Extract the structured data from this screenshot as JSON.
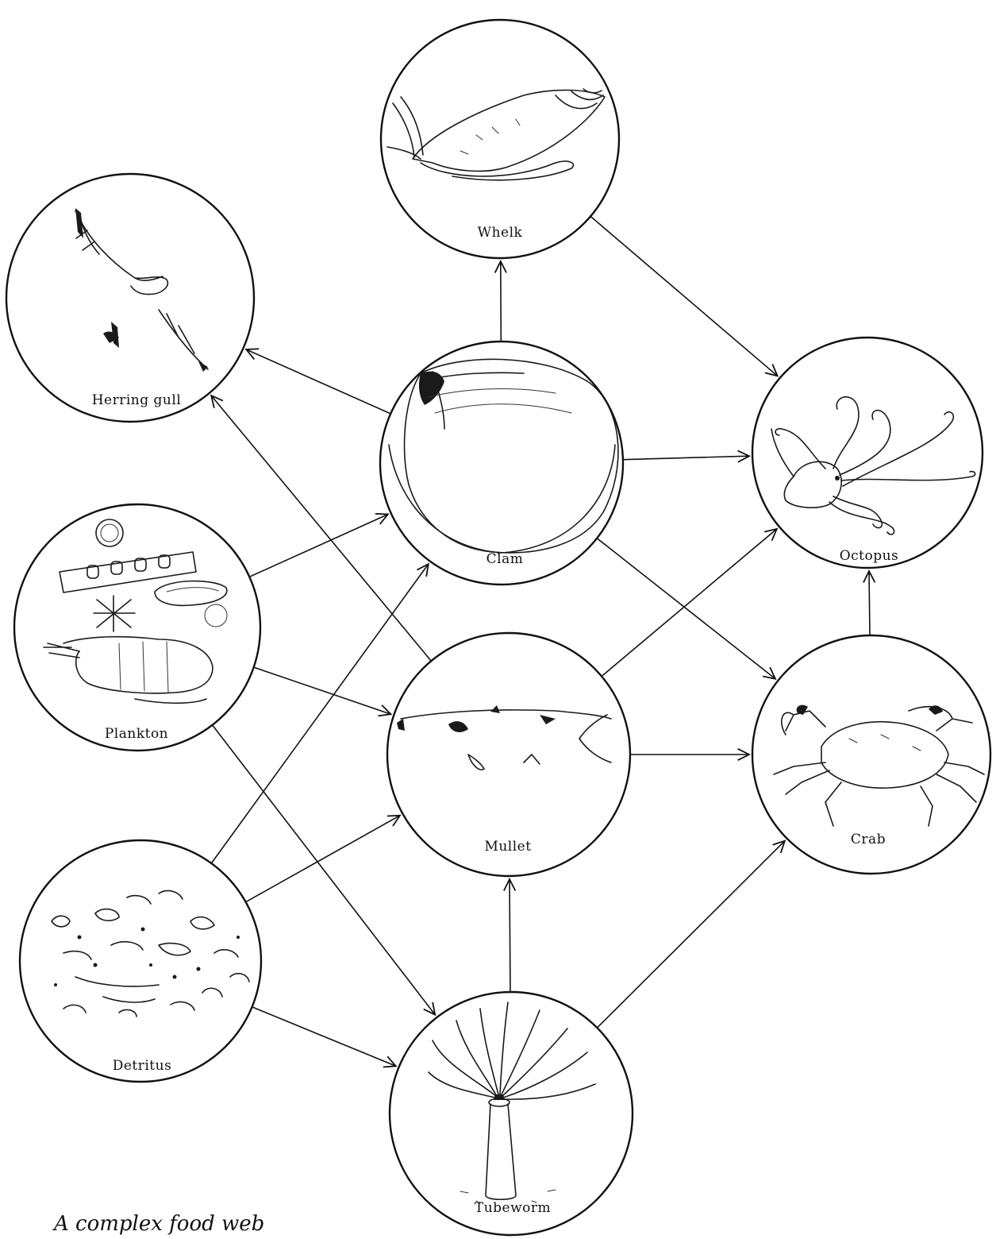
{
  "nodes": {
    "whelk": "Whelk",
    "herring_gull": "Herring gull",
    "clam": "Clam",
    "octopus": "Octopus",
    "plankton": "Plankton",
    "mullet": "Mullet",
    "crab": "Crab",
    "detritus": "Detritus",
    "tubeworm": "Tubeworm"
  },
  "edges": [
    {
      "from": "Clam",
      "to": "Whelk"
    },
    {
      "from": "Clam",
      "to": "Herring gull"
    },
    {
      "from": "Clam",
      "to": "Octopus"
    },
    {
      "from": "Clam",
      "to": "Crab"
    },
    {
      "from": "Whelk",
      "to": "Octopus"
    },
    {
      "from": "Mullet",
      "to": "Herring gull"
    },
    {
      "from": "Mullet",
      "to": "Octopus"
    },
    {
      "from": "Mullet",
      "to": "Crab"
    },
    {
      "from": "Crab",
      "to": "Octopus"
    },
    {
      "from": "Plankton",
      "to": "Clam"
    },
    {
      "from": "Plankton",
      "to": "Mullet"
    },
    {
      "from": "Plankton",
      "to": "Tubeworm"
    },
    {
      "from": "Detritus",
      "to": "Clam"
    },
    {
      "from": "Detritus",
      "to": "Mullet"
    },
    {
      "from": "Detritus",
      "to": "Tubeworm"
    },
    {
      "from": "Tubeworm",
      "to": "Mullet"
    },
    {
      "from": "Tubeworm",
      "to": "Crab"
    }
  ],
  "caption": "A complex food web"
}
